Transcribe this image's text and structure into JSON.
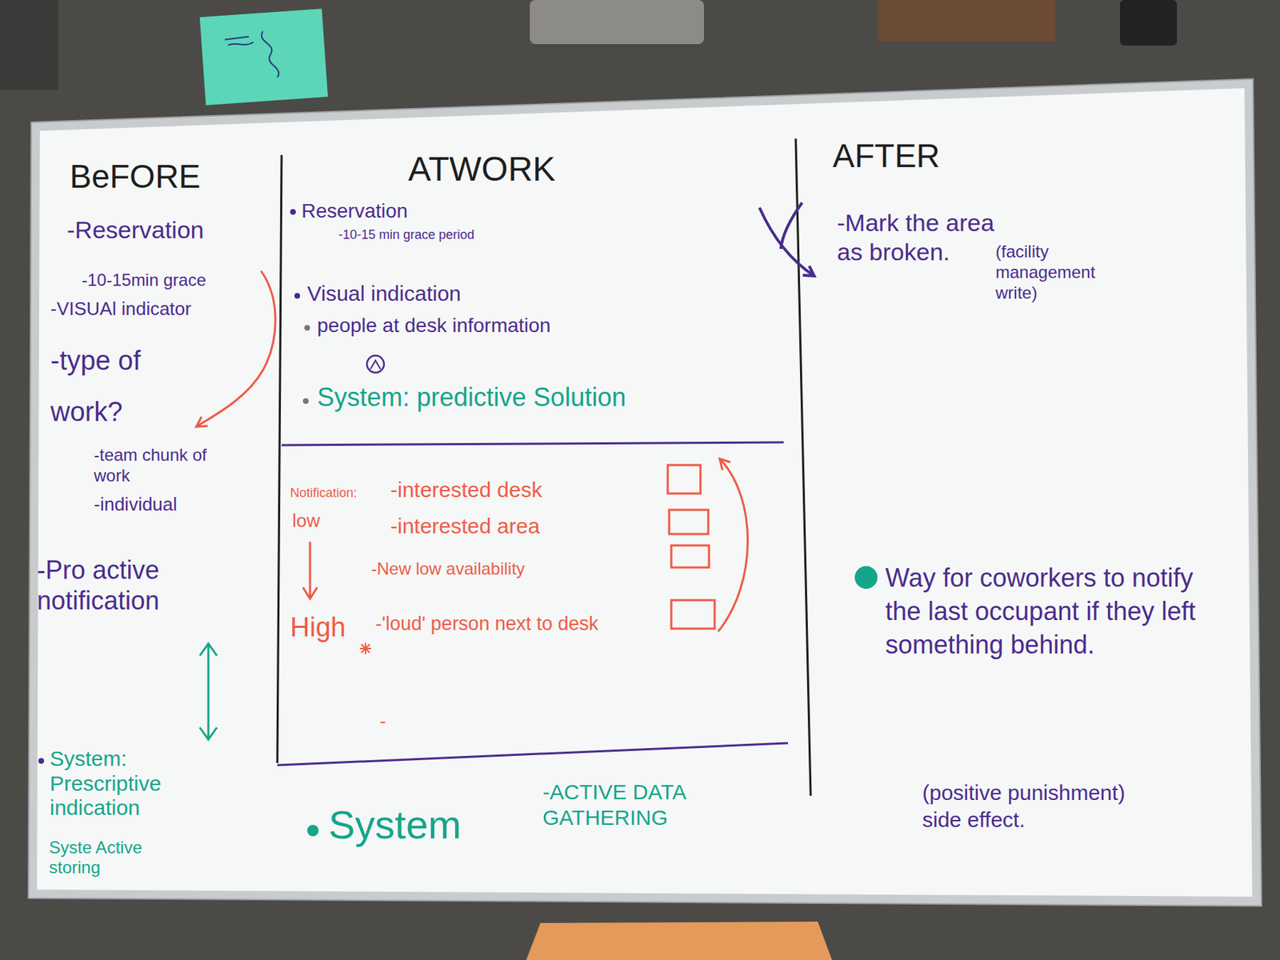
{
  "diagram": {
    "nodes": [
      {
        "text": [
          "BeFORE",
          "-Reservation",
          "-10-15min grace",
          "-VISUAl indicator",
          "-type of work?",
          "-team chunk of work",
          "-individual",
          "-Pro active notification",
          "System: Prescriptive indication",
          "Syste Active storing"
        ]
      },
      {
        "text": [
          "ATWORK",
          "Reservation",
          "-10-15 min grace period",
          "Visual indication",
          "people at desk information",
          "System: predictive Solution",
          "System",
          "-ACTIVE DATA GATHERING"
        ]
      },
      {
        "text": [
          "Notification:",
          "low",
          "High",
          "-interested desk",
          "-interested area",
          "-New low availability",
          "-'loud' person next to desk",
          "-"
        ],
        "in": 1
      },
      {
        "text": [
          "AFTER",
          "-Mark the area as broken.",
          "(facility management write)",
          "Way for coworkers to notify the last occupant if they left something behind.",
          "(positive punishment) side effect."
        ]
      }
    ]
  }
}
